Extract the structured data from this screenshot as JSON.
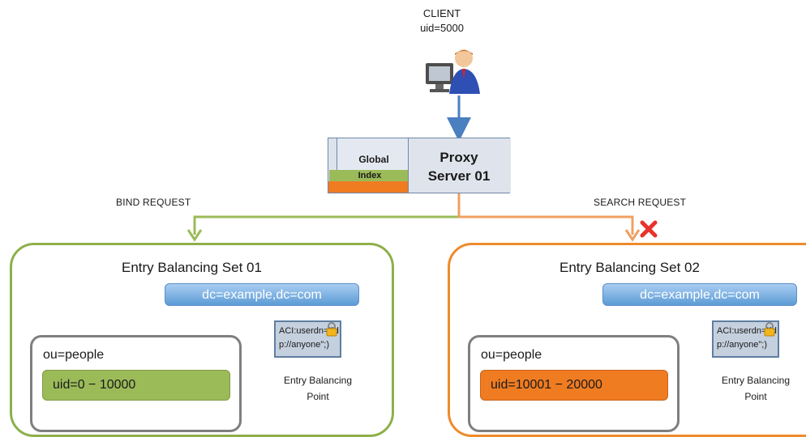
{
  "client": {
    "line1": "CLIENT",
    "line2": "uid=5000"
  },
  "proxy": {
    "global": "Global",
    "index": "Index",
    "server_line1": "Proxy",
    "server_line2": "Server 01"
  },
  "requests": {
    "bind": "BIND REQUEST",
    "search": "SEARCH REQUEST"
  },
  "set1": {
    "title": "Entry Balancing Set 01",
    "dn": "dc=example,dc=com",
    "aci_line1": "ACI:userdn=\"ld",
    "aci_line2": "p://anyone\";)",
    "ou": "ou=people",
    "uid_range": "uid=0 − 10000",
    "ebp_line1": "Entry Balancing",
    "ebp_line2": "Point"
  },
  "set2": {
    "title": "Entry Balancing Set 02",
    "dn": "dc=example,dc=com",
    "aci_line1": "ACI:userdn=\"ld",
    "aci_line2": "p://anyone\";)",
    "ou": "ou=people",
    "uid_range": "uid=10001 − 20000",
    "ebp_line1": "Entry Balancing",
    "ebp_line2": "Point"
  },
  "colors": {
    "green": "#9bbb59",
    "orange": "#f07c22",
    "blue": "#5b9bd5",
    "red": "#e8322b"
  }
}
